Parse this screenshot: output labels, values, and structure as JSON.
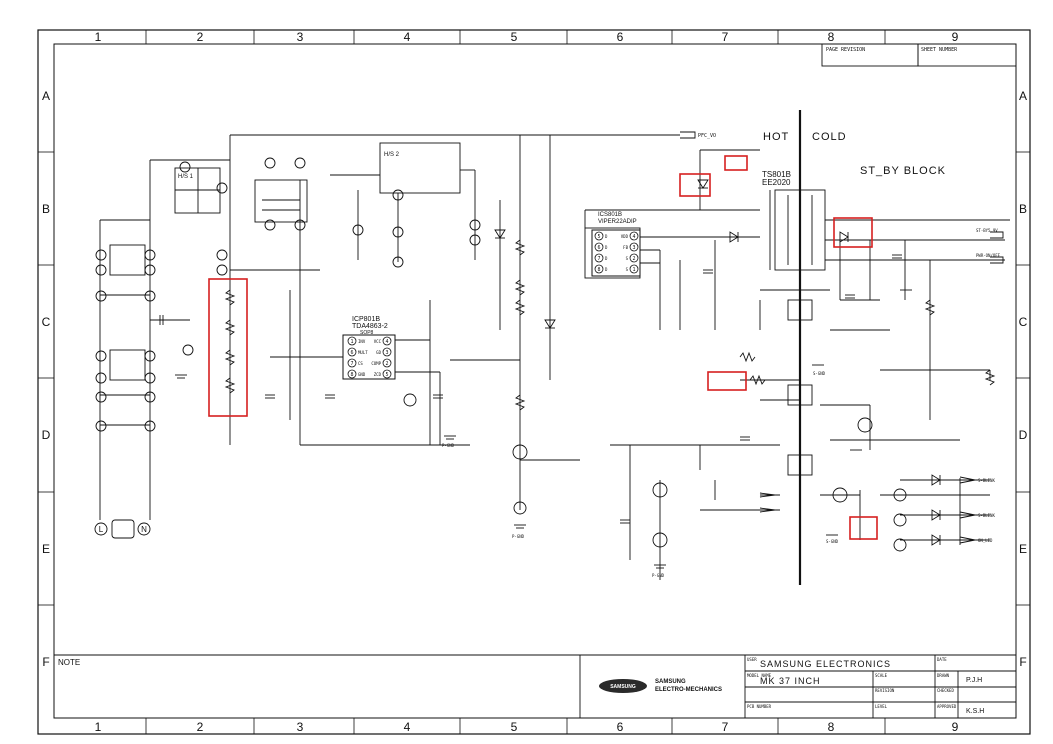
{
  "grid": {
    "columns": [
      "1",
      "2",
      "3",
      "4",
      "5",
      "6",
      "7",
      "8",
      "9"
    ],
    "rows": [
      "A",
      "B",
      "C",
      "D",
      "E",
      "F"
    ]
  },
  "header_boxes": {
    "page_revision": "PAGE REVISION",
    "sheet_number": "SHEET NUMBER"
  },
  "labels": {
    "hot": "HOT",
    "cold": "COLD",
    "st_by_block": "ST_BY BLOCK",
    "transformer": "TS801B",
    "transformer_core": "EE2020",
    "ic_upper": "ICP801B",
    "ic_upper_part": "TDA4863-2",
    "ic_upper_sub": "SOP8",
    "ic_right": "ICS801B",
    "ic_right_part": "VIPER22ADIP",
    "pfc_out": "PFC_VO",
    "st_by_5v": "ST-BY5.9V",
    "pwr_on_off": "PWR-ON/OFF",
    "s_blink": "S-BLINK",
    "on_led": "ON_LED",
    "pgnd": "P-GND",
    "sgnd": "S-GND",
    "ac_line": "L",
    "ac_neutral": "N",
    "bridge1": "H/S 1",
    "bridge2": "H/S 2"
  },
  "ic_pins": {
    "ic_upper_left": [
      "1",
      "6",
      "7",
      "8"
    ],
    "ic_upper_left_names": [
      "INV",
      "MULT",
      "CS",
      "GND"
    ],
    "ic_upper_right": [
      "4",
      "3",
      "2",
      "5"
    ],
    "ic_upper_right_names": [
      "VCC",
      "GD",
      "COMP",
      "ZCD"
    ],
    "ic_right_left": [
      "5",
      "6",
      "7",
      "8"
    ],
    "ic_right_left_names": [
      "D",
      "D",
      "D",
      "D"
    ],
    "ic_right_right": [
      "4",
      "3",
      "2",
      "1"
    ],
    "ic_right_right_names": [
      "VDD",
      "FB",
      "S",
      "S"
    ]
  },
  "notes": {
    "note": "NOTE"
  },
  "title_block": {
    "company_logo": "SAMSUNG",
    "company_line1": "SAMSUNG",
    "company_line2": "ELECTRO-MECHANICS",
    "user_label": "USER",
    "user_value": "SAMSUNG ELECTRONICS",
    "date_label": "DATE",
    "model_label": "MODEL NAME",
    "model_value": "MK 37 INCH",
    "scale_label": "SCALE",
    "drawn_label": "DRAWN",
    "drawn_value": "P.J.H",
    "revision_label": "REVISION",
    "checked_label": "CHECKED",
    "pcb_label": "PCB NUMBER",
    "level_label": "LEVEL",
    "approved_label": "APPROVED",
    "approved_value": "K.S.H"
  },
  "colors": {
    "ink": "#111111",
    "highlight": "#d62020",
    "paper": "#ffffff"
  }
}
